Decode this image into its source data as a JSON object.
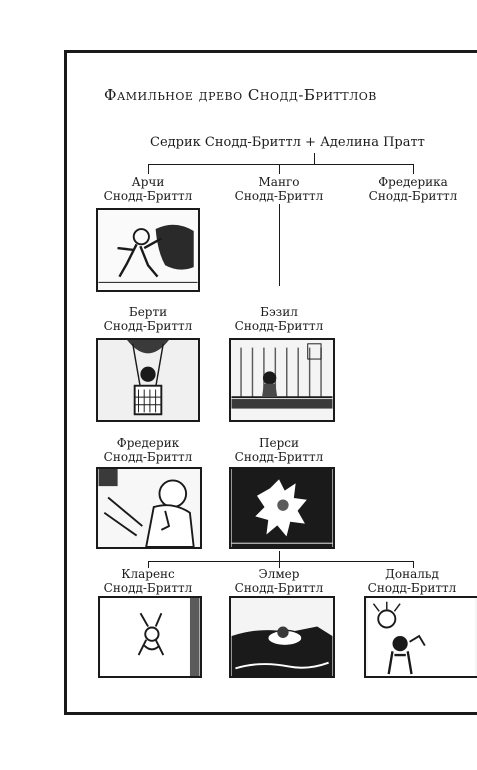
{
  "title": "Фамильное древо Снодд-Бриттлов",
  "root_couple": "Седрик Снодд-Бриттл + Аделина Пратт",
  "generation1": [
    {
      "first": "Арчи",
      "last": "Снодд-Бриттл"
    },
    {
      "first": "Манго",
      "last": "Снодд-Бриттл"
    },
    {
      "first": "Фредерика",
      "last": "Снодд-Бриттл"
    }
  ],
  "generation2": [
    {
      "first": "Берти",
      "last": "Снодд-Бриттл"
    },
    {
      "first": "Бэзил",
      "last": "Снодд-Бриттл"
    }
  ],
  "generation3": [
    {
      "first": "Фредерик",
      "last": "Снодд-Бриттл"
    },
    {
      "first": "Перси",
      "last": "Снодд-Бриттл"
    }
  ],
  "generation4": [
    {
      "first": "Кларенс",
      "last": "Снодд-Бриттл"
    },
    {
      "first": "Элмер",
      "last": "Снодд-Бриттл"
    },
    {
      "first": "Дональд",
      "last": "Снодд-Бриттл"
    }
  ]
}
